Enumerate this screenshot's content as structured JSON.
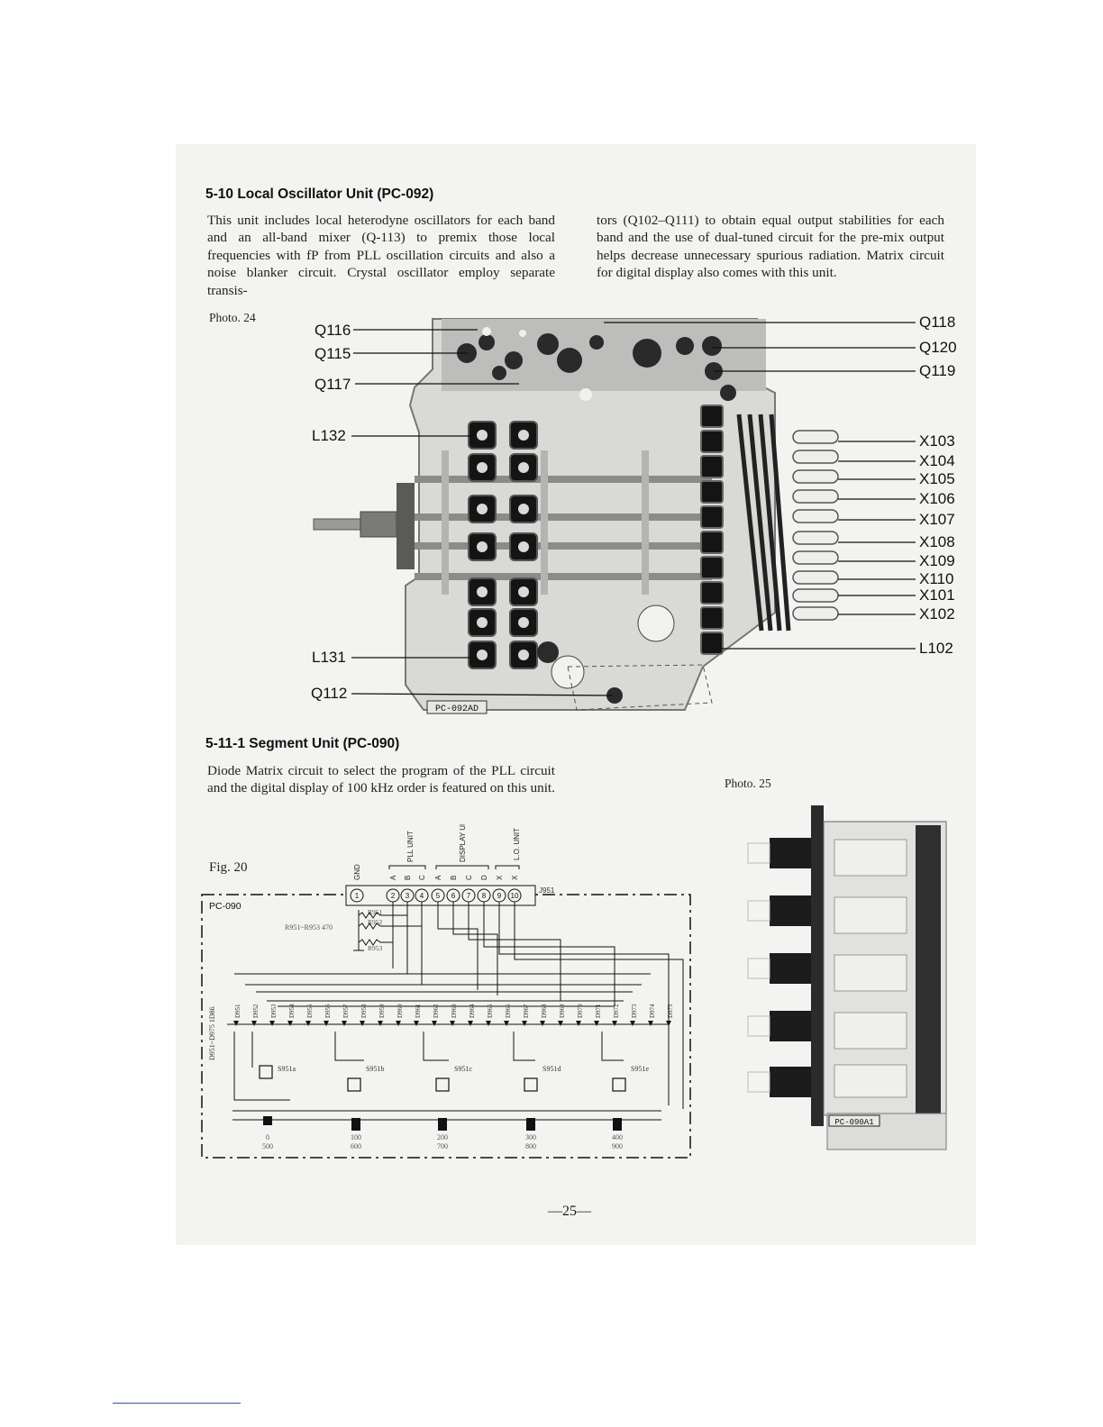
{
  "section_510": {
    "heading": "5-10  Local Oscillator Unit (PC-092)",
    "left_column": "This unit includes local heterodyne oscillators for each band and an all-band mixer (Q-113) to premix those local frequencies with fP from PLL oscillation circuits and also a noise blanker circuit. Crystal oscillator employ separate transis-",
    "right_column": "tors (Q102–Q111) to obtain equal output stabilities for each band and the use of dual-tuned circuit for the pre-mix output helps decrease unnecessary spurious radiation. Matrix circuit for digital display also comes with this unit.",
    "photo_caption": "Photo. 24",
    "board_label": "PC-092AD",
    "callouts_left": [
      "Q116",
      "Q115",
      "Q117",
      "L132",
      "L131",
      "Q112"
    ],
    "callouts_right": [
      "Q118",
      "Q120",
      "Q119",
      "X103",
      "X104",
      "X105",
      "X106",
      "X107",
      "X108",
      "X109",
      "X110",
      "X101",
      "X102",
      "L102"
    ]
  },
  "section_5111": {
    "heading": "5-11-1  Segment Unit (PC-090)",
    "paragraph": "Diode Matrix circuit to select the program of the PLL circuit and the digital display of 100 kHz order is featured on this unit.",
    "photo_caption": "Photo. 25",
    "photo_board_label": "PC-090A1"
  },
  "fig20": {
    "caption": "Fig. 20",
    "box_label": "PC-090",
    "connector_label": "J951",
    "pins": [
      "1",
      "2",
      "3",
      "4",
      "5",
      "6",
      "7",
      "8",
      "9",
      "10"
    ],
    "pin_labels": [
      "GND",
      "A",
      "B",
      "C",
      "A",
      "B",
      "C",
      "D",
      "X",
      "X"
    ],
    "group_labels": [
      "PLL UNIT",
      "DISPLAY UNIT",
      "L.O. UNIT"
    ],
    "resistor_note": "R951~R953 470",
    "resistors": [
      "R951",
      "R952",
      "R953"
    ],
    "diode_range": "D951~D975 1D86",
    "diodes": [
      "D951",
      "D952",
      "D953",
      "D954",
      "D955",
      "D956",
      "D957",
      "D958",
      "D959",
      "D960",
      "D961",
      "D962",
      "D963",
      "D964",
      "D965",
      "D966",
      "D967",
      "D968",
      "D969",
      "D970",
      "D971",
      "D972",
      "D973",
      "D974",
      "D975"
    ],
    "switches": [
      "S951a",
      "S951b",
      "S951c",
      "S951d",
      "S951e"
    ],
    "positions": [
      {
        "top": "0",
        "bottom": "500"
      },
      {
        "top": "100",
        "bottom": "600"
      },
      {
        "top": "200",
        "bottom": "700"
      },
      {
        "top": "300",
        "bottom": "800"
      },
      {
        "top": "400",
        "bottom": "900"
      }
    ]
  },
  "page_number": "—25—"
}
